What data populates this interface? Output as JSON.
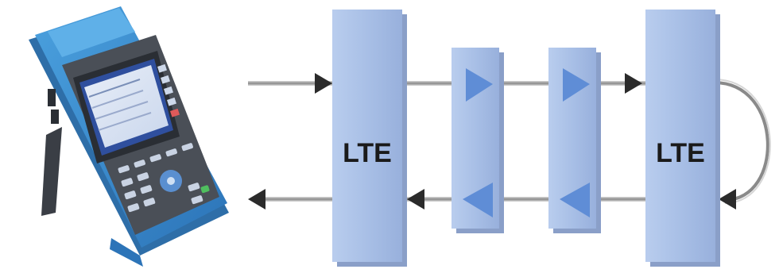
{
  "diagram": {
    "boxes": [
      {
        "id": "lte-left",
        "label": "LTE"
      },
      {
        "id": "amp-1",
        "label": ""
      },
      {
        "id": "amp-2",
        "label": ""
      },
      {
        "id": "lte-right",
        "label": "LTE"
      }
    ],
    "colors": {
      "box_fill": "#a8bfe6",
      "box_shadow": "#8a9fc8",
      "triangle": "#5f8dd6",
      "line": "#7a7a7a",
      "arrow": "#2b2b2b",
      "device_body": "#3f8fd0",
      "device_dark": "#4a4f57",
      "screen": "#2f4f9e"
    },
    "icons": [
      "handheld-tester-icon",
      "arrow-right-icon",
      "arrow-left-icon",
      "amplifier-triangle-icon",
      "loopback-arc-icon"
    ]
  }
}
